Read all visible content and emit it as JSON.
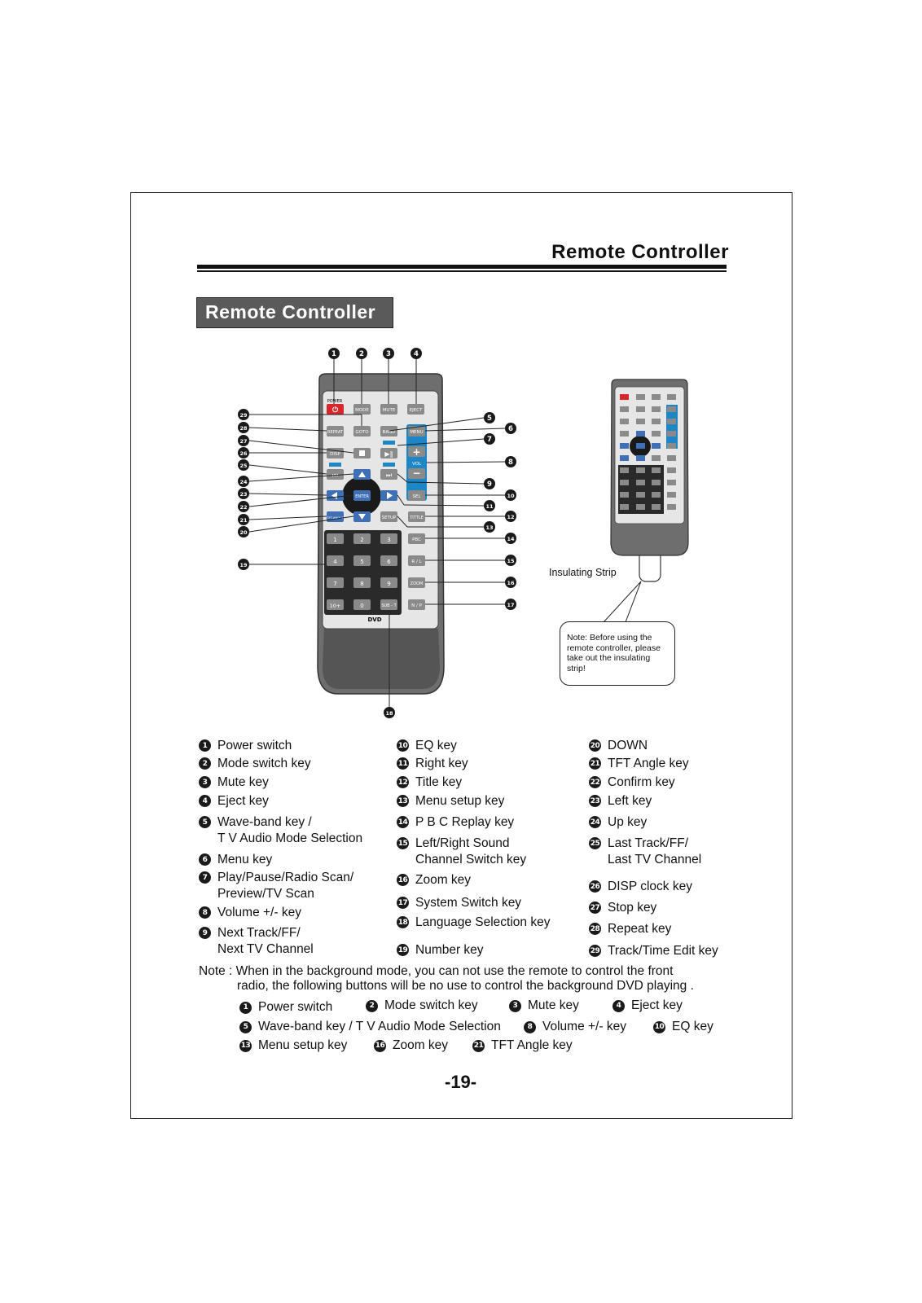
{
  "header": {
    "title": "Remote Controller"
  },
  "section": {
    "title": "Remote Controller"
  },
  "remote_keys": {
    "power": "POWER",
    "mode": "MODE",
    "mute": "MUTE",
    "eject": "EJECT",
    "repeat": "REPEAT",
    "goto": "GOTO",
    "band": "BAND",
    "menu": "MENU",
    "disp": "DISP",
    "vol": "VOL",
    "enter": "ENTER",
    "sel": "SEL",
    "tft_angle": "TFT-ANGLE",
    "setup": "SETUP",
    "tittle": "TITTLE",
    "pbc": "PBC",
    "rl": "R / L",
    "zoom": "ZOOM",
    "subt": "SUB - T",
    "np": "N / P",
    "digits": [
      "1",
      "2",
      "3",
      "4",
      "5",
      "6",
      "7",
      "8",
      "9",
      "10+",
      "0"
    ],
    "logo": "DVD"
  },
  "callouts": [
    "1",
    "2",
    "3",
    "4",
    "5",
    "6",
    "7",
    "8",
    "9",
    "10",
    "11",
    "12",
    "13",
    "14",
    "15",
    "16",
    "17",
    "18",
    "19",
    "20",
    "21",
    "22",
    "23",
    "24",
    "25",
    "26",
    "27",
    "28",
    "29"
  ],
  "insulating": {
    "label": "Insulating Strip",
    "note": "Note: Before using the remote controller, please take out the insulating strip!"
  },
  "legend": [
    {
      "n": "1",
      "text": "Power switch"
    },
    {
      "n": "2",
      "text": "Mode switch key"
    },
    {
      "n": "3",
      "text": "Mute key"
    },
    {
      "n": "4",
      "text": "Eject key"
    },
    {
      "n": "5",
      "text": "Wave-band key /\nT V Audio Mode Selection"
    },
    {
      "n": "6",
      "text": "Menu key"
    },
    {
      "n": "7",
      "text": "Play/Pause/Radio Scan/\nPreview/TV Scan"
    },
    {
      "n": "8",
      "text": "Volume +/- key"
    },
    {
      "n": "9",
      "text": "Next Track/FF/\nNext TV Channel"
    },
    {
      "n": "10",
      "text": "EQ key"
    },
    {
      "n": "11",
      "text": "Right key"
    },
    {
      "n": "12",
      "text": "Title key"
    },
    {
      "n": "13",
      "text": "Menu setup key"
    },
    {
      "n": "14",
      "text": "P B C Replay key"
    },
    {
      "n": "15",
      "text": "Left/Right Sound\nChannel Switch key"
    },
    {
      "n": "16",
      "text": "Zoom key"
    },
    {
      "n": "17",
      "text": "System Switch key"
    },
    {
      "n": "18",
      "text": "Language Selection key"
    },
    {
      "n": "19",
      "text": "Number key"
    },
    {
      "n": "20",
      "text": "DOWN"
    },
    {
      "n": "21",
      "text": "TFT Angle key"
    },
    {
      "n": "22",
      "text": "Confirm key"
    },
    {
      "n": "23",
      "text": "Left key"
    },
    {
      "n": "24",
      "text": "Up key"
    },
    {
      "n": "25",
      "text": "Last Track/FF/\nLast TV Channel"
    },
    {
      "n": "26",
      "text": "DISP clock key"
    },
    {
      "n": "27",
      "text": "Stop key"
    },
    {
      "n": "28",
      "text": "Repeat key"
    },
    {
      "n": "29",
      "text": "Track/Time Edit key"
    }
  ],
  "note": {
    "line1": "Note : When in the background mode, you can not use the remote to control the front",
    "line2": "radio, the following buttons will be no use to control the background DVD playing ."
  },
  "background_keys": [
    {
      "n": "1",
      "text": "Power switch"
    },
    {
      "n": "2",
      "text": "Mode switch key"
    },
    {
      "n": "3",
      "text": "Mute key"
    },
    {
      "n": "4",
      "text": "Eject key"
    },
    {
      "n": "5",
      "text": "Wave-band key / T V Audio Mode Selection"
    },
    {
      "n": "8",
      "text": "Volume +/- key"
    },
    {
      "n": "10",
      "text": "EQ key"
    },
    {
      "n": "13",
      "text": "Menu setup key"
    },
    {
      "n": "16",
      "text": "Zoom key"
    },
    {
      "n": "21",
      "text": "TFT Angle key"
    }
  ],
  "page": {
    "number": "-19-"
  },
  "colors": {
    "key_grey": "#8a8a8a",
    "key_blue": "#3f6fb5",
    "vol_blue": "#1f86c6",
    "power_red": "#d8262b",
    "body_grey": "#6e6e6e",
    "callout": "#1a1a1a"
  }
}
